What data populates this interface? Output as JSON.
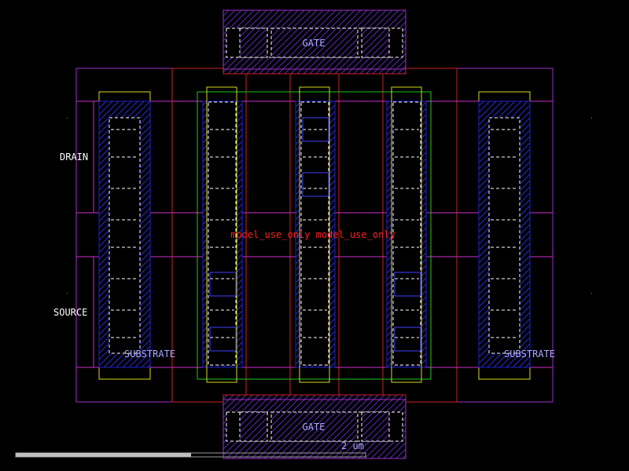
{
  "layout_view": {
    "labels": {
      "gate_top": "GATE",
      "gate_bottom": "GATE",
      "drain": "DRAIN",
      "source": "SOURCE",
      "substrate_left": "SUBSTRATE",
      "substrate_right": "SUBSTRATE",
      "watermark": "model_use_only model_use_only"
    },
    "scale_bar": {
      "label": "2 um",
      "progress": 0.5
    },
    "colors": {
      "background": "#000000",
      "outline": "#9b30c8",
      "poly": "#cc2020",
      "metal": "#1a1acc",
      "metal_hatch": "#3030e0",
      "diffusion": "#20c820",
      "well": "#d8d820",
      "contact": "#ffffff",
      "nets": "#cc30cc",
      "label_text": "#a8a8ff",
      "pin_text": "#ffffff",
      "watermark_text": "#ff2020",
      "scalebar": "#c0c0c0"
    }
  }
}
